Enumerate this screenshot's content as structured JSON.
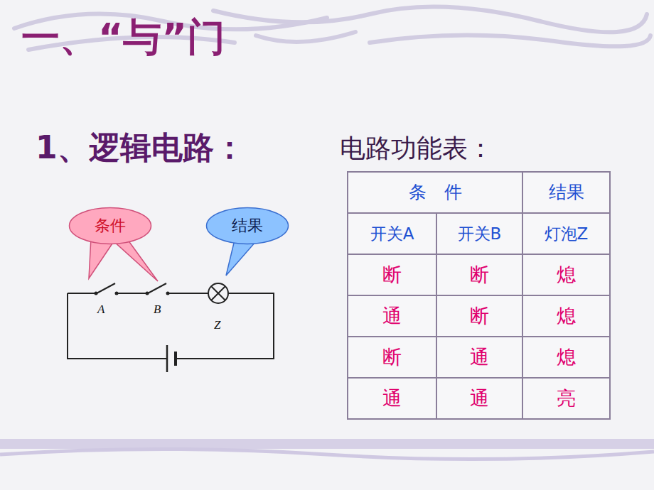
{
  "diagram": {
    "title": "一、“与”门",
    "nodes": [
      {
        "text": [
          "条件"
        ]
      },
      {
        "text": [
          "结果"
        ]
      }
    ],
    "labels": [
      "1、逻辑电路：",
      "电路功能表：",
      "A",
      "B",
      "Z",
      "条　件",
      "结果",
      "开关A",
      "开关B",
      "灯泡Z",
      "断",
      "断",
      "熄",
      "通",
      "断",
      "熄",
      "断",
      "通",
      "熄",
      "通",
      "通",
      "亮"
    ]
  }
}
